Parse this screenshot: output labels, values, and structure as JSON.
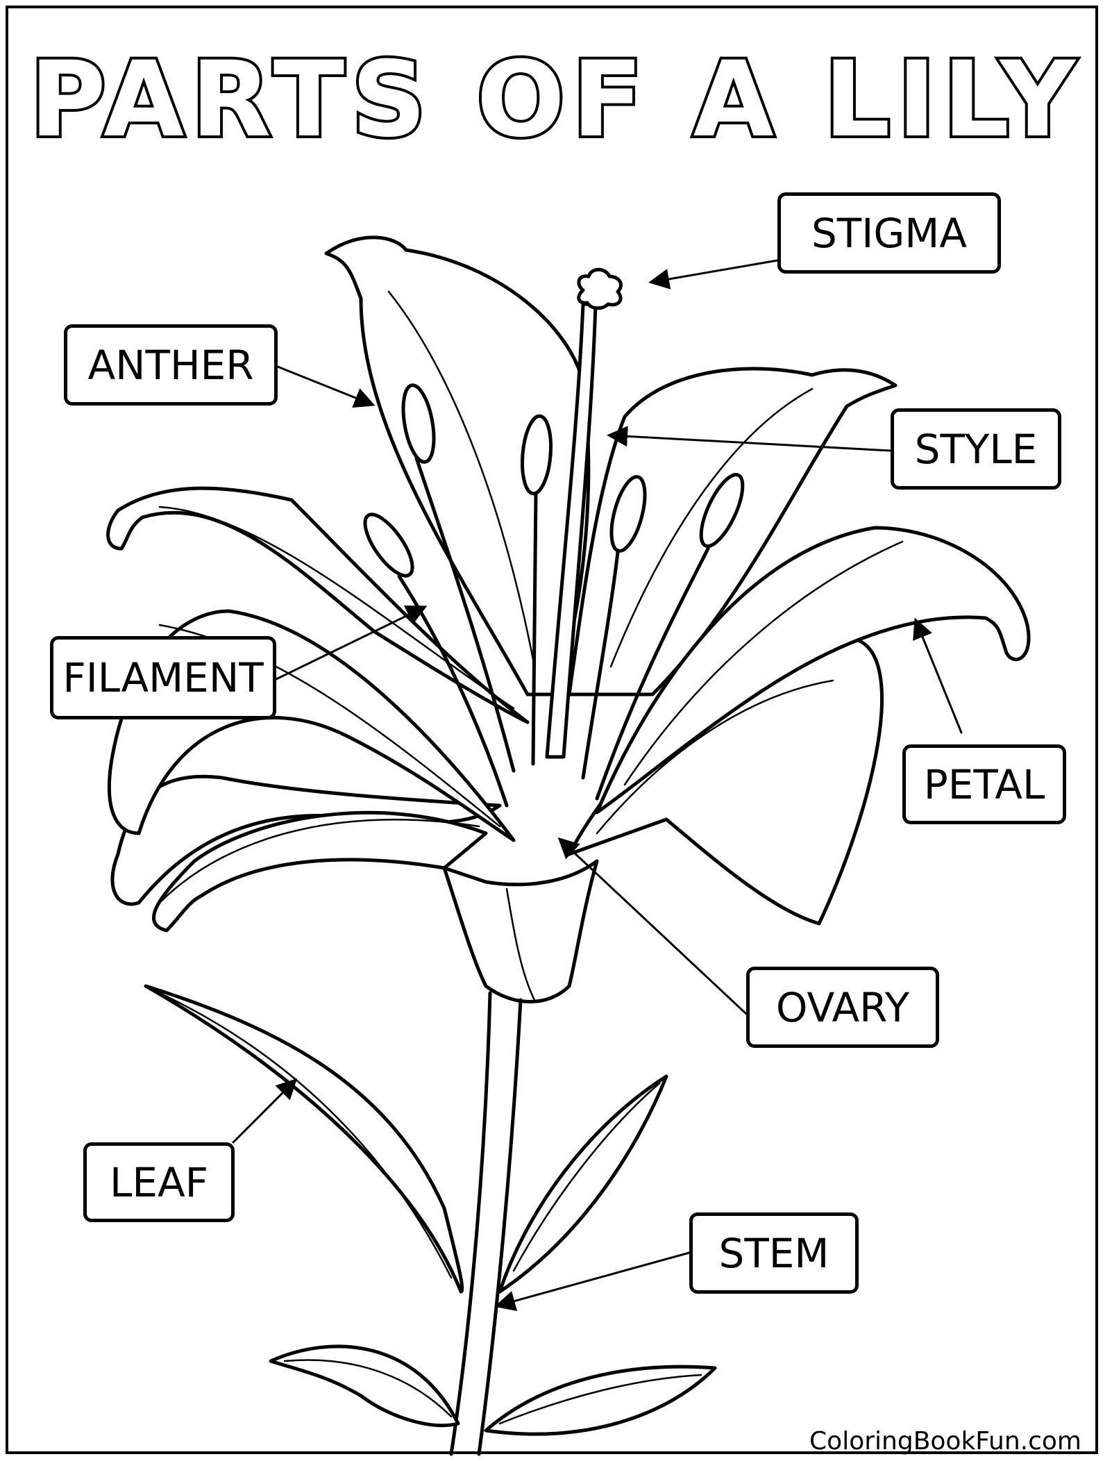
{
  "title": "PARTS OF A LILY",
  "labels": {
    "stigma": "STIGMA",
    "anther": "ANTHER",
    "style": "STYLE",
    "filament": "FILAMENT",
    "petal": "PETAL",
    "ovary": "OVARY",
    "leaf": "LEAF",
    "stem": "STEM"
  },
  "watermark": "ColoringBookFun.com"
}
